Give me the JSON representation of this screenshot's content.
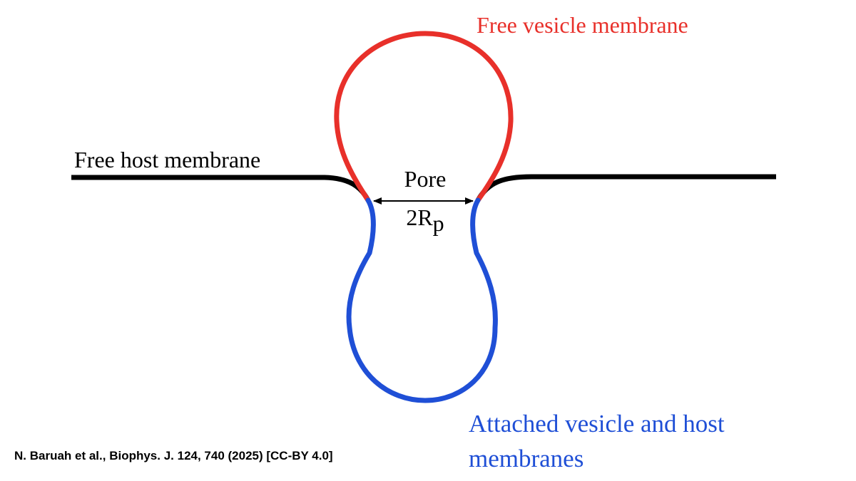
{
  "labels": {
    "free_vesicle": "Free vesicle membrane",
    "free_host": "Free host membrane",
    "pore": "Pore",
    "pore_size_main": "2R",
    "pore_size_sub": "p",
    "attached_line1": "Attached vesicle and host",
    "attached_line2": "membranes"
  },
  "citation": "N. Baruah et al., Biophys. J. 124, 740 (2025) [CC-BY 4.0]",
  "colors": {
    "free_vesicle": "#e8302a",
    "attached": "#1f4fd6",
    "host": "#000000",
    "text": "#000000"
  }
}
